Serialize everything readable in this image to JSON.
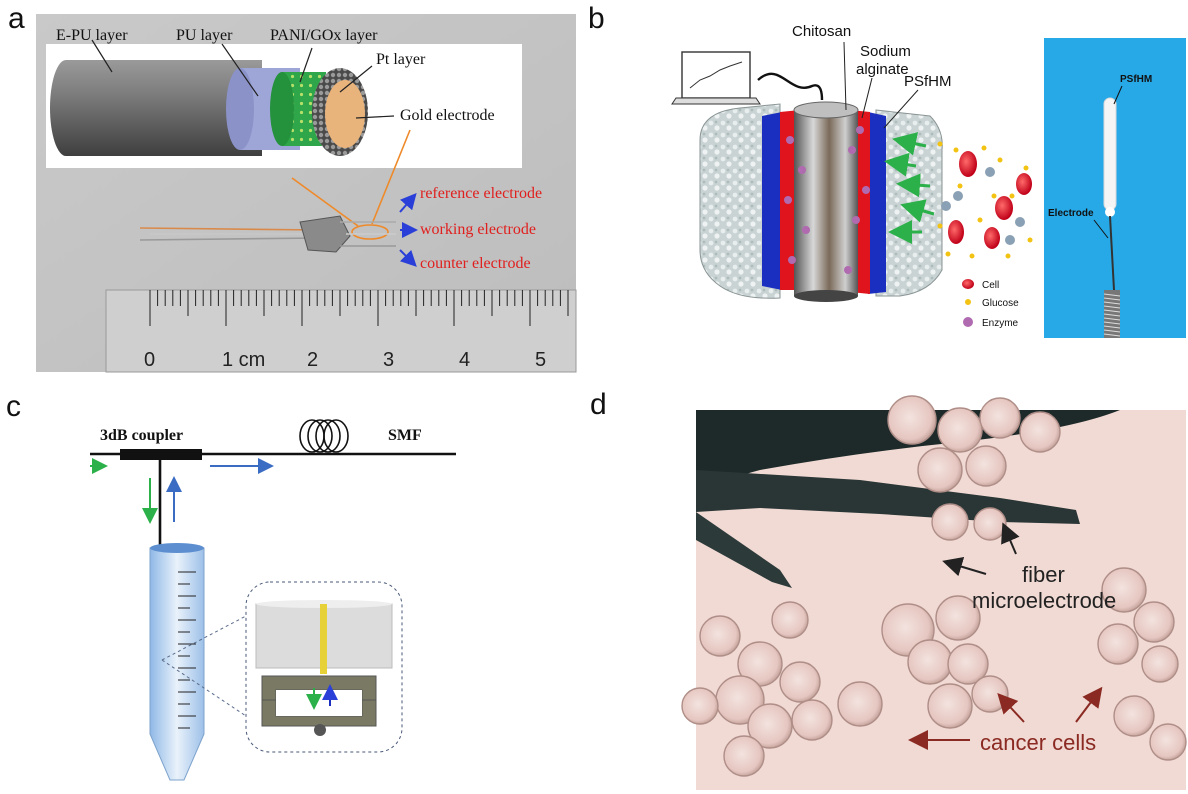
{
  "panels": {
    "a": {
      "letter": "a",
      "layers": [
        "E-PU layer",
        "PU layer",
        "PANI/GOx layer",
        "Pt layer",
        "Gold electrode"
      ],
      "electrodes": [
        "reference electrode",
        "working electrode",
        "counter  electrode"
      ],
      "ruler_ticks": [
        "0",
        "1 cm",
        "2",
        "3",
        "4",
        "5"
      ]
    },
    "b": {
      "letter": "b",
      "labels": {
        "chitosan": "Chitosan",
        "sodium": "Sodium",
        "alginate": "alginate",
        "psfhm": "PSfHM",
        "psfhm_right": "PSfHM",
        "electrode_right": "Electrode"
      },
      "legend": [
        "Cell",
        "Glucose",
        "Enzyme"
      ]
    },
    "c": {
      "letter": "c",
      "coupler": "3dB coupler",
      "fiber": "SMF"
    },
    "d": {
      "letter": "d",
      "label_fiber_1": "fiber",
      "label_fiber_2": "microelectrode",
      "label_cells": "cancer cells"
    }
  },
  "colors": {
    "electrode_label": "#e0201f",
    "electrode_pointer": "#2a3fd8",
    "panel_b_bg": "#27a9e8",
    "arrow_green": "#2bb04a",
    "arrow_blue": "#3a6cc4",
    "leader_orange": "#ee8a2a"
  }
}
